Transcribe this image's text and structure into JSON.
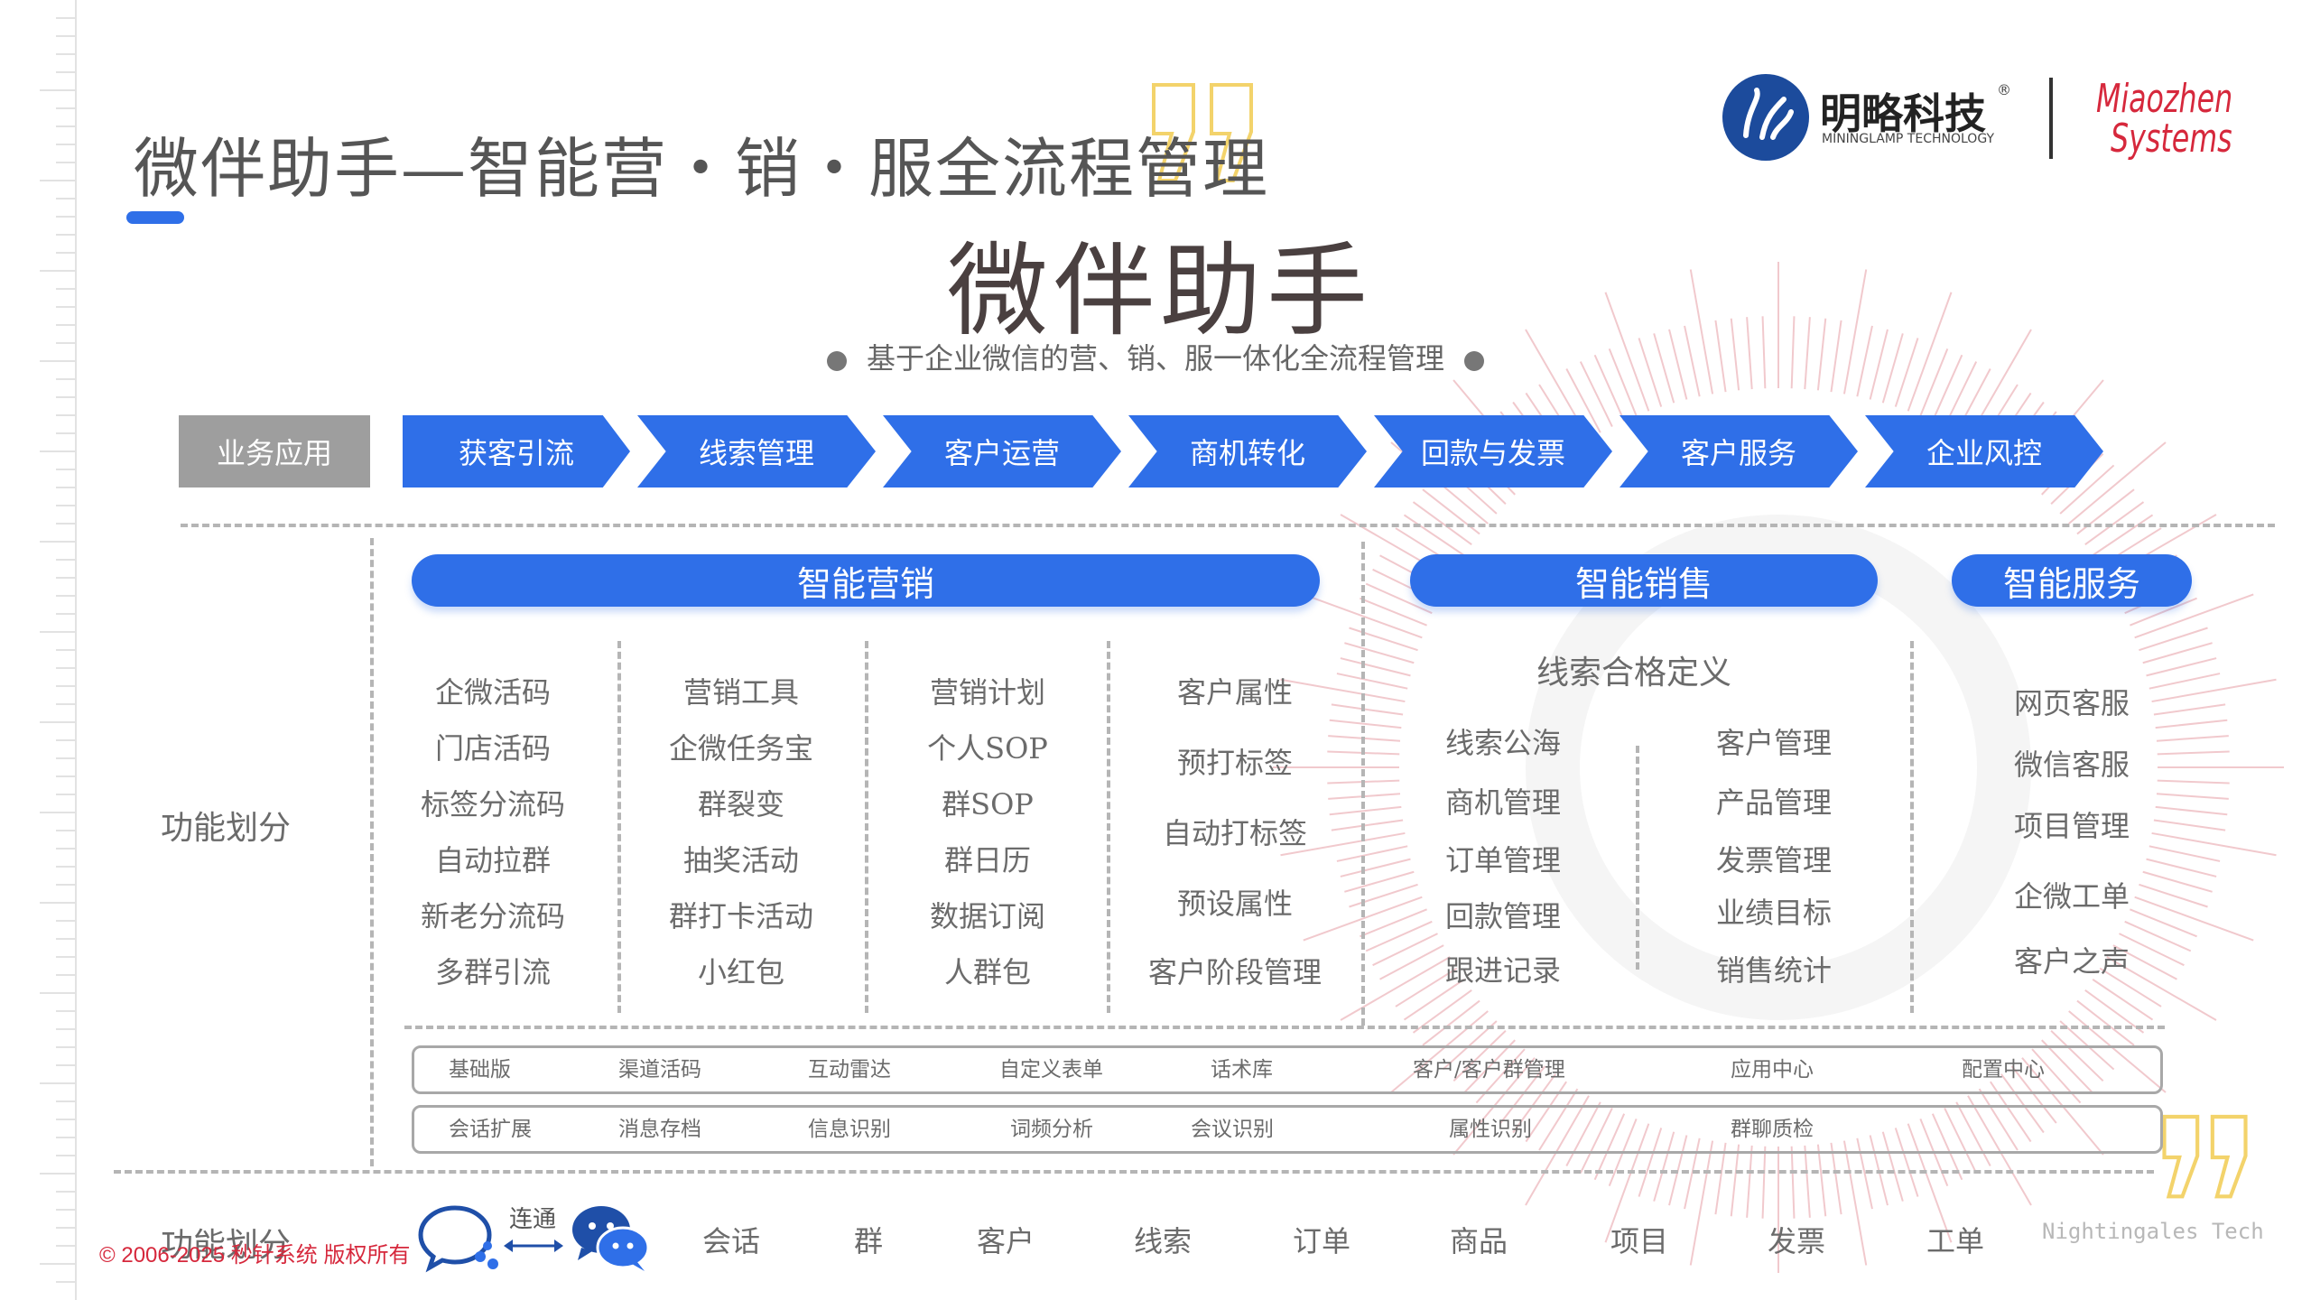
{
  "page_title": "微伴助手—智能营・销・服全流程管理",
  "main_title": "微伴助手",
  "subtitle": "基于企业微信的营、销、服一体化全流程管理",
  "logos": {
    "mininglamp_cn": "明略科技",
    "mininglamp_en": "MININGLAMP TECHNOLOGY",
    "registered": "®",
    "miaozhen_1": "Miaozhen",
    "miaozhen_2": "Systems"
  },
  "business_label": "业务应用",
  "flow": [
    "获客引流",
    "线索管理",
    "客户运营",
    "商机转化",
    "回款与发票",
    "客户服务",
    "企业风控"
  ],
  "function_label": "功能划分",
  "sections": {
    "marketing": "智能营销",
    "sales": "智能销售",
    "service": "智能服务"
  },
  "marketing_cols": [
    [
      "企微活码",
      "门店活码",
      "标签分流码",
      "自动拉群",
      "新老分流码",
      "多群引流"
    ],
    [
      "营销工具",
      "企微任务宝",
      "群裂变",
      "抽奖活动",
      "群打卡活动",
      "小红包"
    ],
    [
      "营销计划",
      "个人SOP",
      "群SOP",
      "群日历",
      "数据订阅",
      "人群包"
    ],
    [
      "客户属性",
      "预打标签",
      "自动打标签",
      "预设属性",
      "客户阶段管理"
    ]
  ],
  "sales_header": "线索合格定义",
  "sales_cols": [
    [
      "线索公海",
      "商机管理",
      "订单管理",
      "回款管理",
      "跟进记录"
    ],
    [
      "客户管理",
      "产品管理",
      "发票管理",
      "业绩目标",
      "销售统计"
    ]
  ],
  "service_col": [
    "网页客服",
    "微信客服",
    "项目管理",
    "企微工单",
    "客户之声"
  ],
  "bar1": [
    "基础版",
    "渠道活码",
    "互动雷达",
    "自定义表单",
    "话术库",
    "客户/客户群管理",
    "应用中心",
    "配置中心"
  ],
  "bar2": [
    "会话扩展",
    "消息存档",
    "信息识别",
    "词频分析",
    "会议识别",
    "属性识别",
    "群聊质检"
  ],
  "bottom_label": "功能划分",
  "connect_label": "连通",
  "bottom_items": [
    "会话",
    "群",
    "客户",
    "线索",
    "订单",
    "商品",
    "项目",
    "发票",
    "工单"
  ],
  "copyright": "© 2006-2025 秒针系统 版权所有",
  "watermark": "Nightingales Tech",
  "colors": {
    "primary": "#2f6fe8",
    "accent_yellow": "#f3d36b",
    "brand_red": "#d6283c",
    "gray_label": "#9e9e9e"
  },
  "icons": [
    "quote-mark-icon",
    "enterprise-wechat-icon",
    "wechat-icon",
    "double-arrow-icon"
  ]
}
